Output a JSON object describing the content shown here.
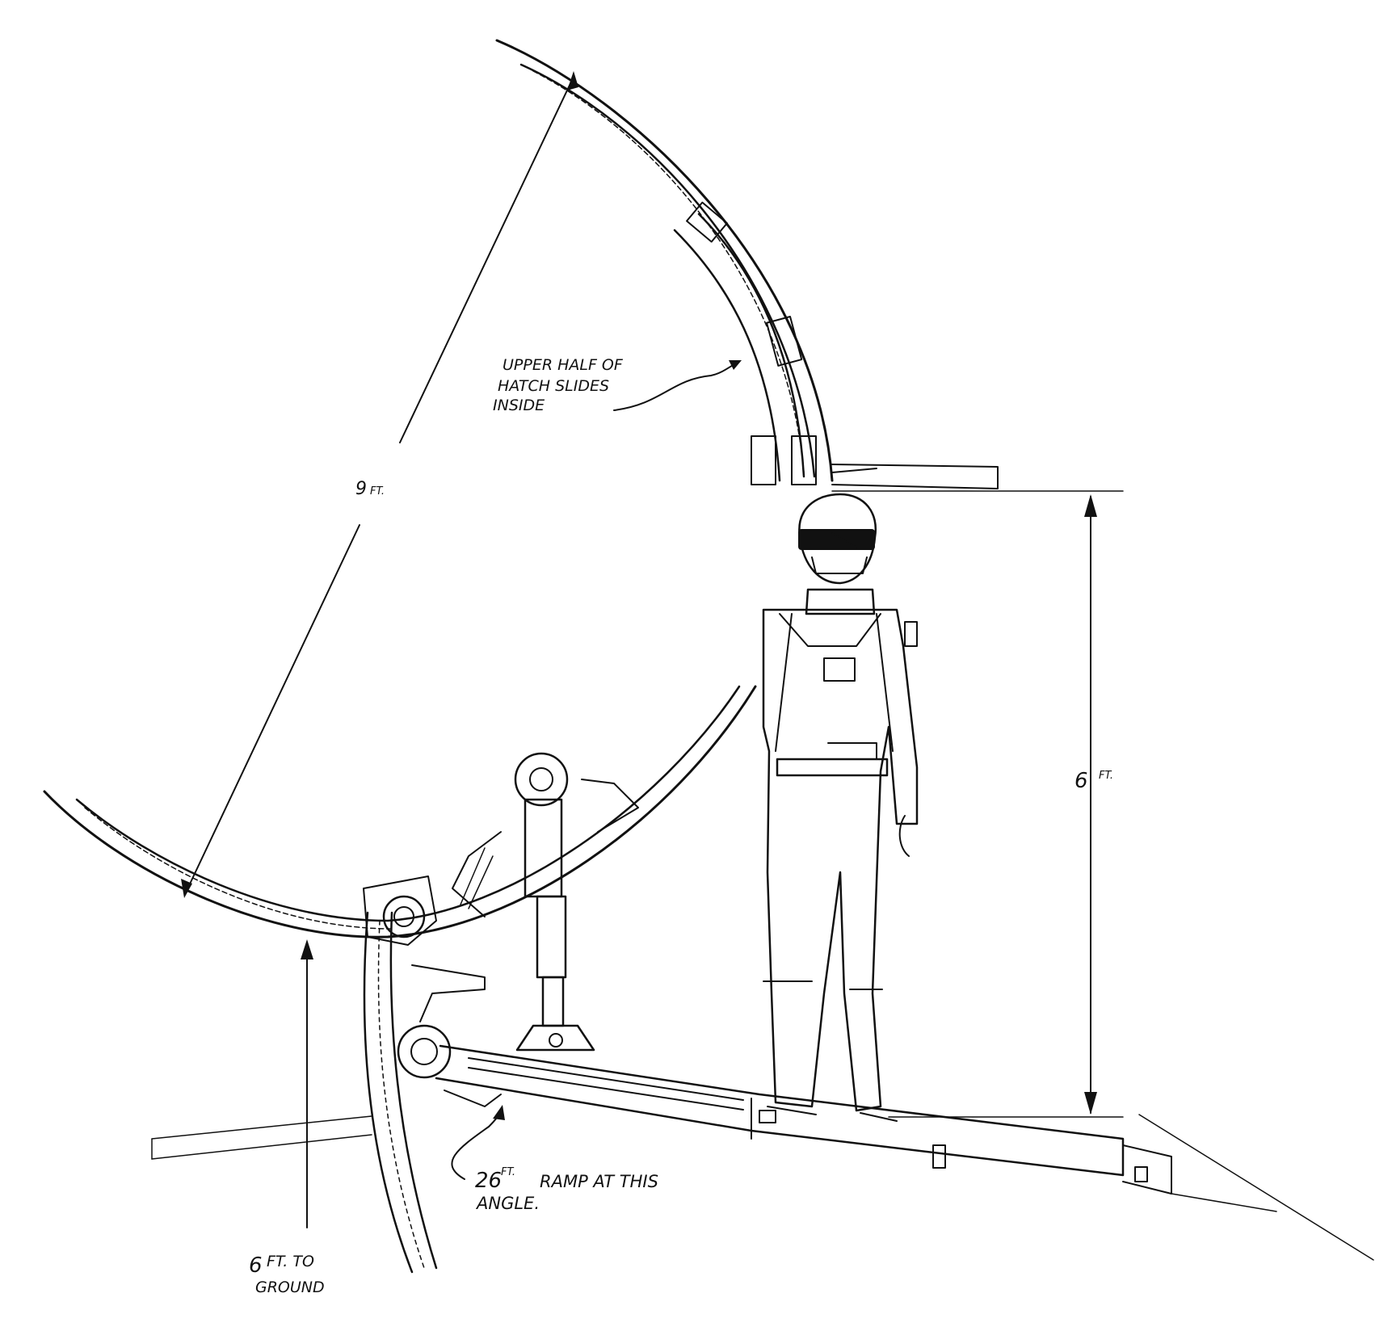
{
  "annotations": {
    "upper_hatch_line1": "UPPER HALF OF",
    "upper_hatch_line2": "HATCH SLIDES",
    "upper_hatch_line3": "INSIDE",
    "nine_ft": "9",
    "nine_ft_unit": "FT.",
    "six_ft_right": "6",
    "six_ft_right_unit": "FT.",
    "ramp_num": "26",
    "ramp_unit": "FT.",
    "ramp_line1": "RAMP AT THIS",
    "ramp_line2": "ANGLE.",
    "ground_num": "6",
    "ground_unit": "FT. TO",
    "ground_line2": "GROUND"
  },
  "colors": {
    "ink": "#111111",
    "paper": "#ffffff"
  }
}
